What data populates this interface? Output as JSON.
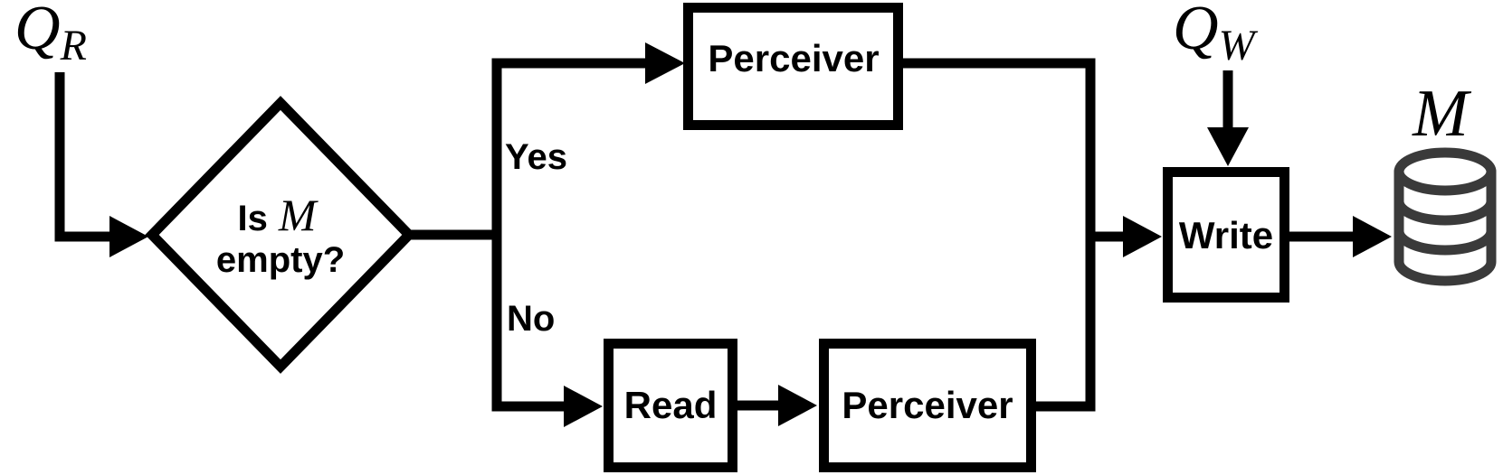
{
  "diagram": {
    "type": "flowchart",
    "colors": {
      "line": "#000000",
      "background": "#ffffff",
      "database_icon": "#3a3a3a"
    },
    "icons": {
      "memory_store": "database-icon"
    },
    "labels": {
      "read_queue": {
        "base": "Q",
        "sub": "R"
      },
      "write_queue": {
        "base": "Q",
        "sub": "W"
      },
      "memory": "M",
      "yes_branch": "Yes",
      "no_branch": "No"
    },
    "decision": {
      "prefix": "Is",
      "variable": "M",
      "line2": "empty?"
    },
    "nodes": {
      "perceiver_top": "Perceiver",
      "read": "Read",
      "perceiver_bottom": "Perceiver",
      "write": "Write"
    }
  }
}
